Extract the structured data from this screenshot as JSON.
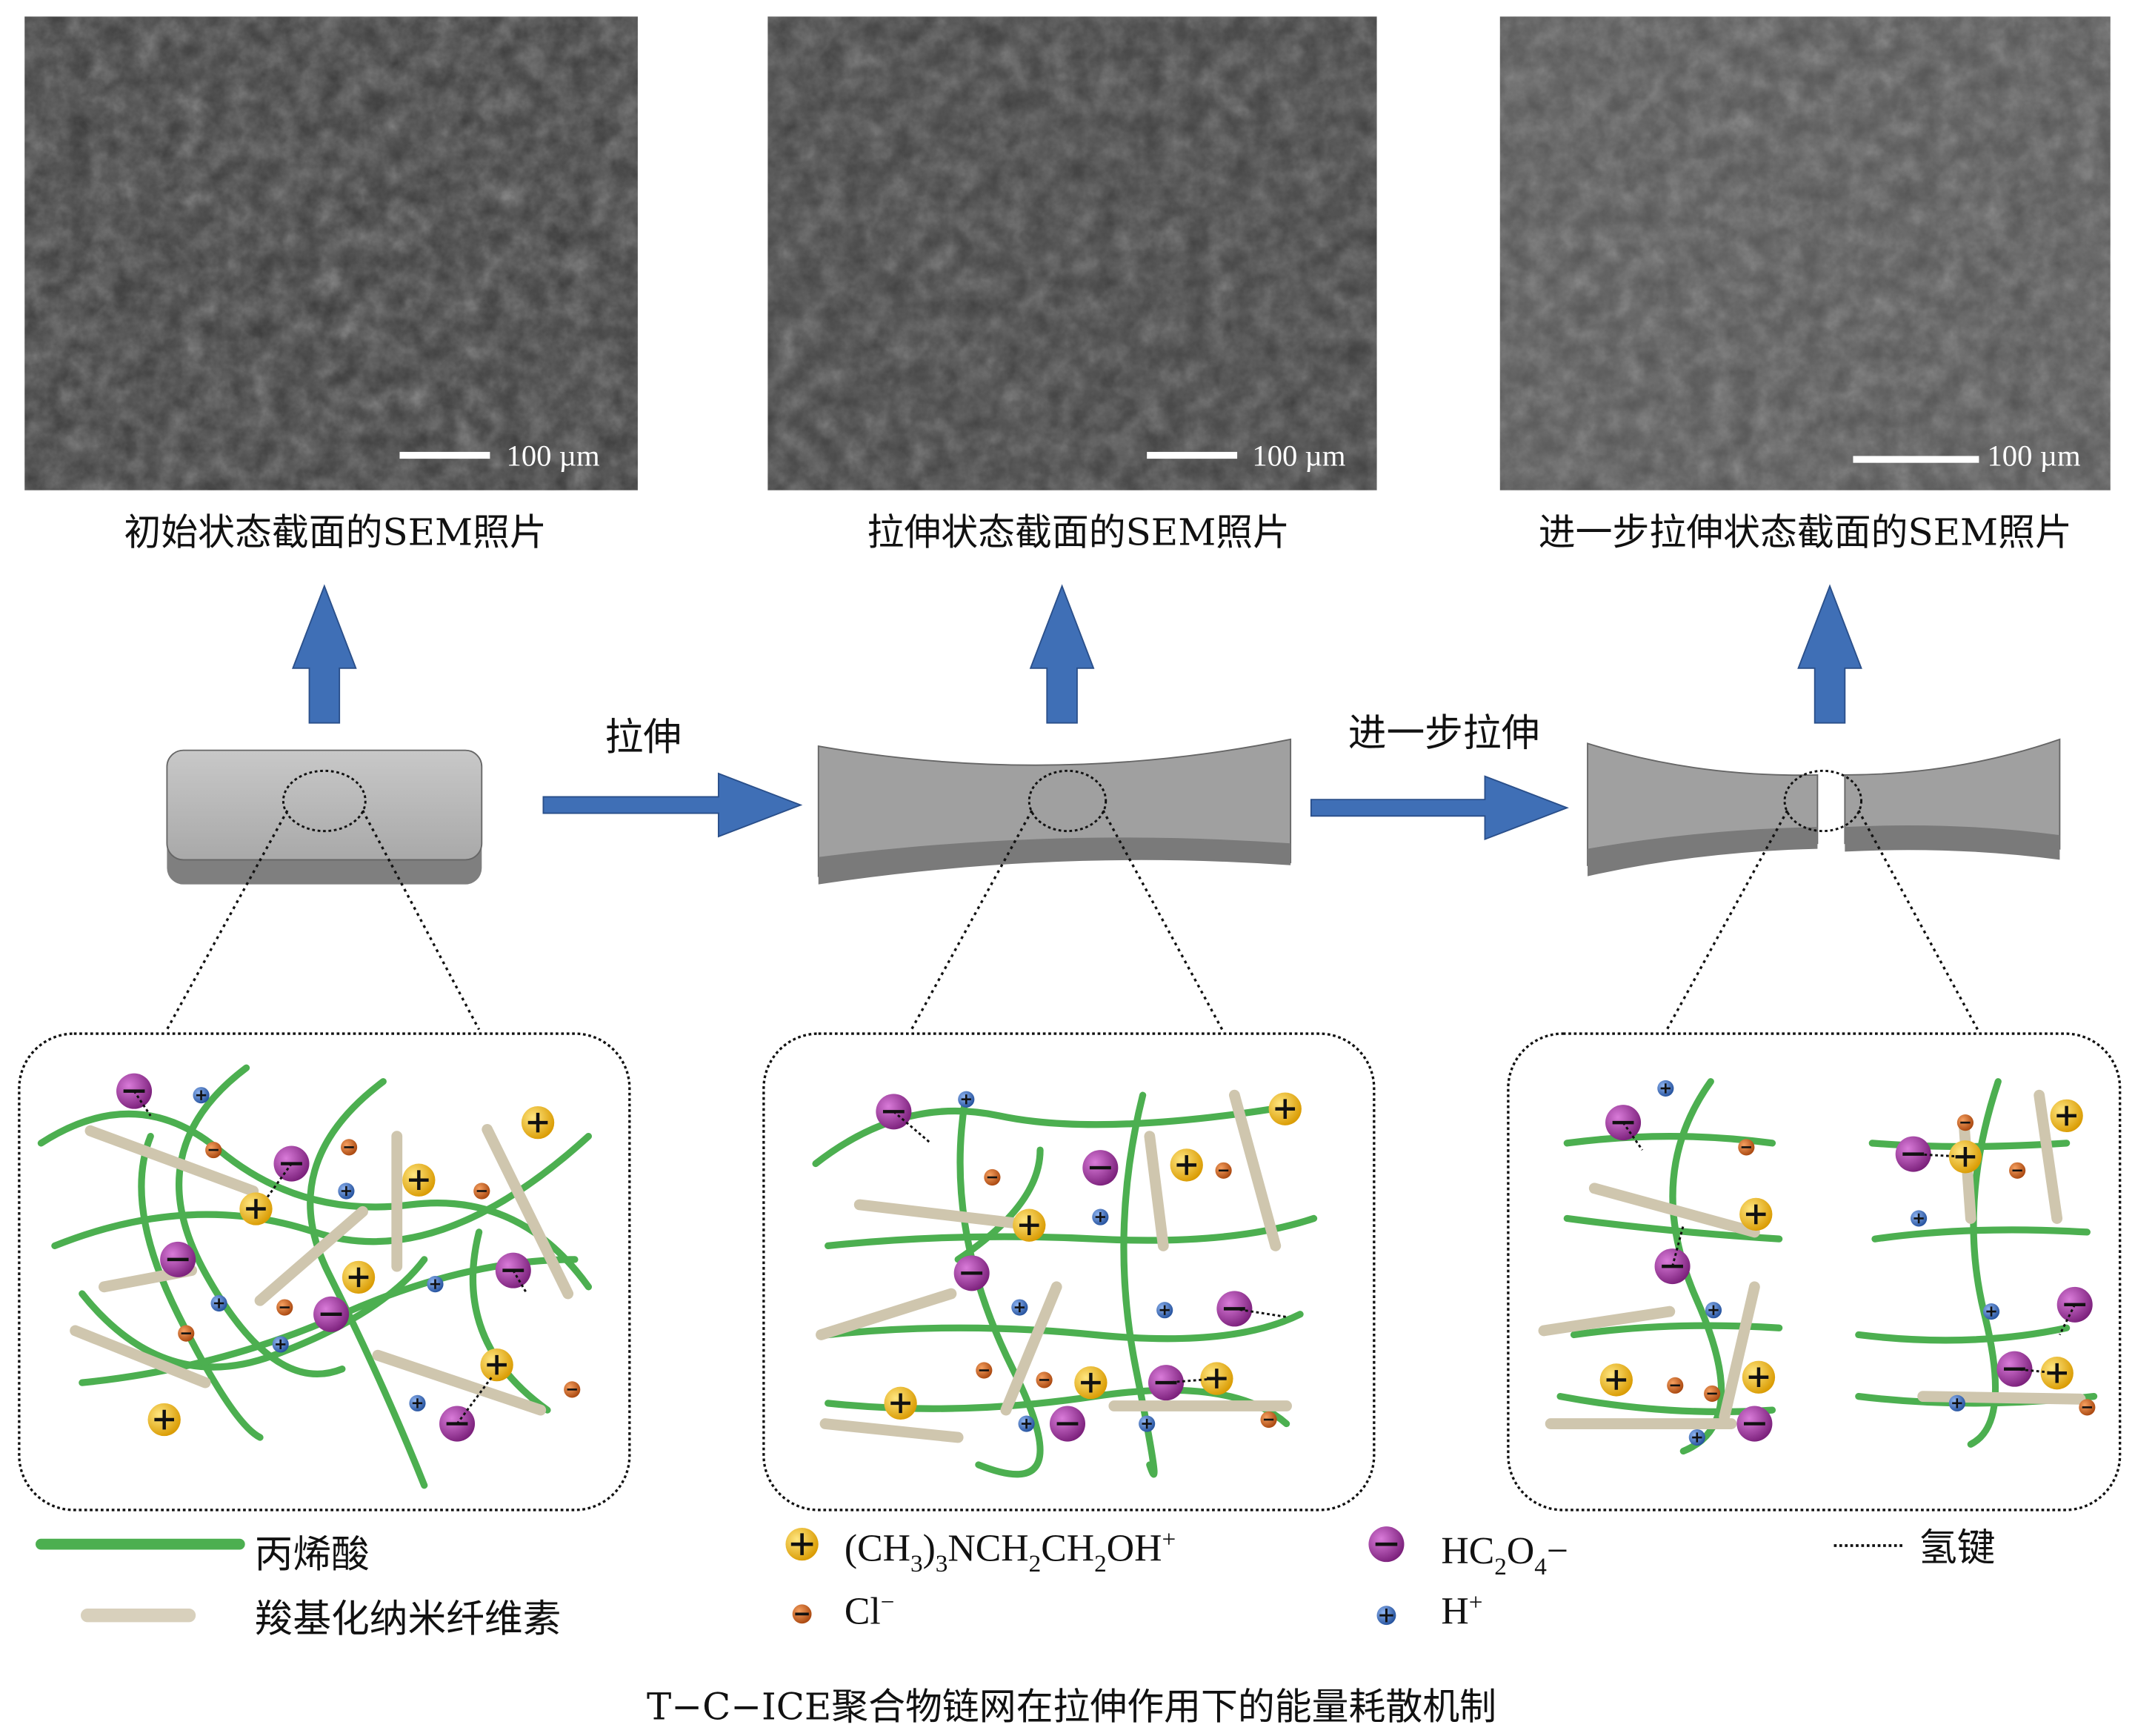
{
  "sem_panels": [
    {
      "caption": "初始状态截面的SEM照片",
      "scale_bar": "100 µm",
      "tone": "#3a3a3a"
    },
    {
      "caption": "拉伸状态截面的SEM照片",
      "scale_bar": "100 µm",
      "tone": "#404040"
    },
    {
      "caption": "进一步拉伸状态截面的SEM照片",
      "scale_bar": "100 µm",
      "tone": "#555555"
    }
  ],
  "process": {
    "step1_label": "拉伸",
    "step2_label": "进一步拉伸"
  },
  "legend": {
    "acrylic_acid": "丙烯酸",
    "cnc": "羧基化纳米纤维素",
    "cation": {
      "main": "(CH",
      "s1": "3",
      "m2": ")",
      "s2": "3",
      "m3": "NCH",
      "s3": "2",
      "m4": "CH",
      "s4": "2",
      "m5": "OH",
      "sup": "+"
    },
    "chloride": {
      "main": "Cl",
      "sup": "−"
    },
    "oxalate": {
      "main": "HC",
      "s1": "2",
      "m2": "O",
      "s2": "4",
      "sup": "−"
    },
    "proton": {
      "main": "H",
      "sup": "+"
    },
    "hbond": "氢键"
  },
  "colors": {
    "arrow": "#3f6fb6",
    "chain": "#4caf50",
    "rod": "#d8d0bc",
    "cation": "#f2c01e",
    "oxalate": "#9a3a9a",
    "chloride": "#d2691e",
    "proton": "#3b6fc0"
  },
  "figure_caption": "T−C−ICE聚合物链网在拉伸作用下的能量耗散机制"
}
